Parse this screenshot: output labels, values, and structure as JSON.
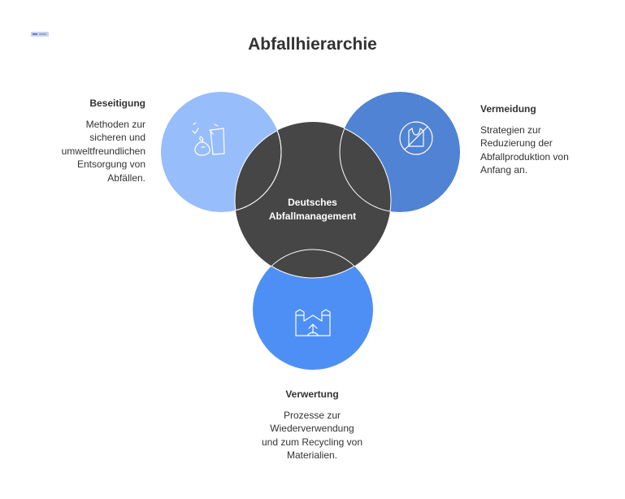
{
  "title": "Abfallhierarchie",
  "center": {
    "label": "Deutsches Abfallmanagement"
  },
  "nodes": {
    "left": {
      "heading": "Beseitigung",
      "description": "Methoden zur sicheren und umweltfreundlichen Entsorgung von Abfällen.",
      "icon": "garbage-bag-icon",
      "color": "#97bdfb"
    },
    "right": {
      "heading": "Vermeidung",
      "description": "Strategien zur Reduzierung der Abfallproduktion von Anfang an.",
      "icon": "no-plastic-bag-icon",
      "color": "#5083d4"
    },
    "bottom": {
      "heading": "Verwertung",
      "description": "Prozesse zur Wiederverwendung und zum Recycling von Materialien.",
      "icon": "recycling-factory-icon",
      "color": "#4d8ff5"
    }
  },
  "colors": {
    "center": "#464646",
    "outline": "#ffffff",
    "text": "#333333"
  }
}
